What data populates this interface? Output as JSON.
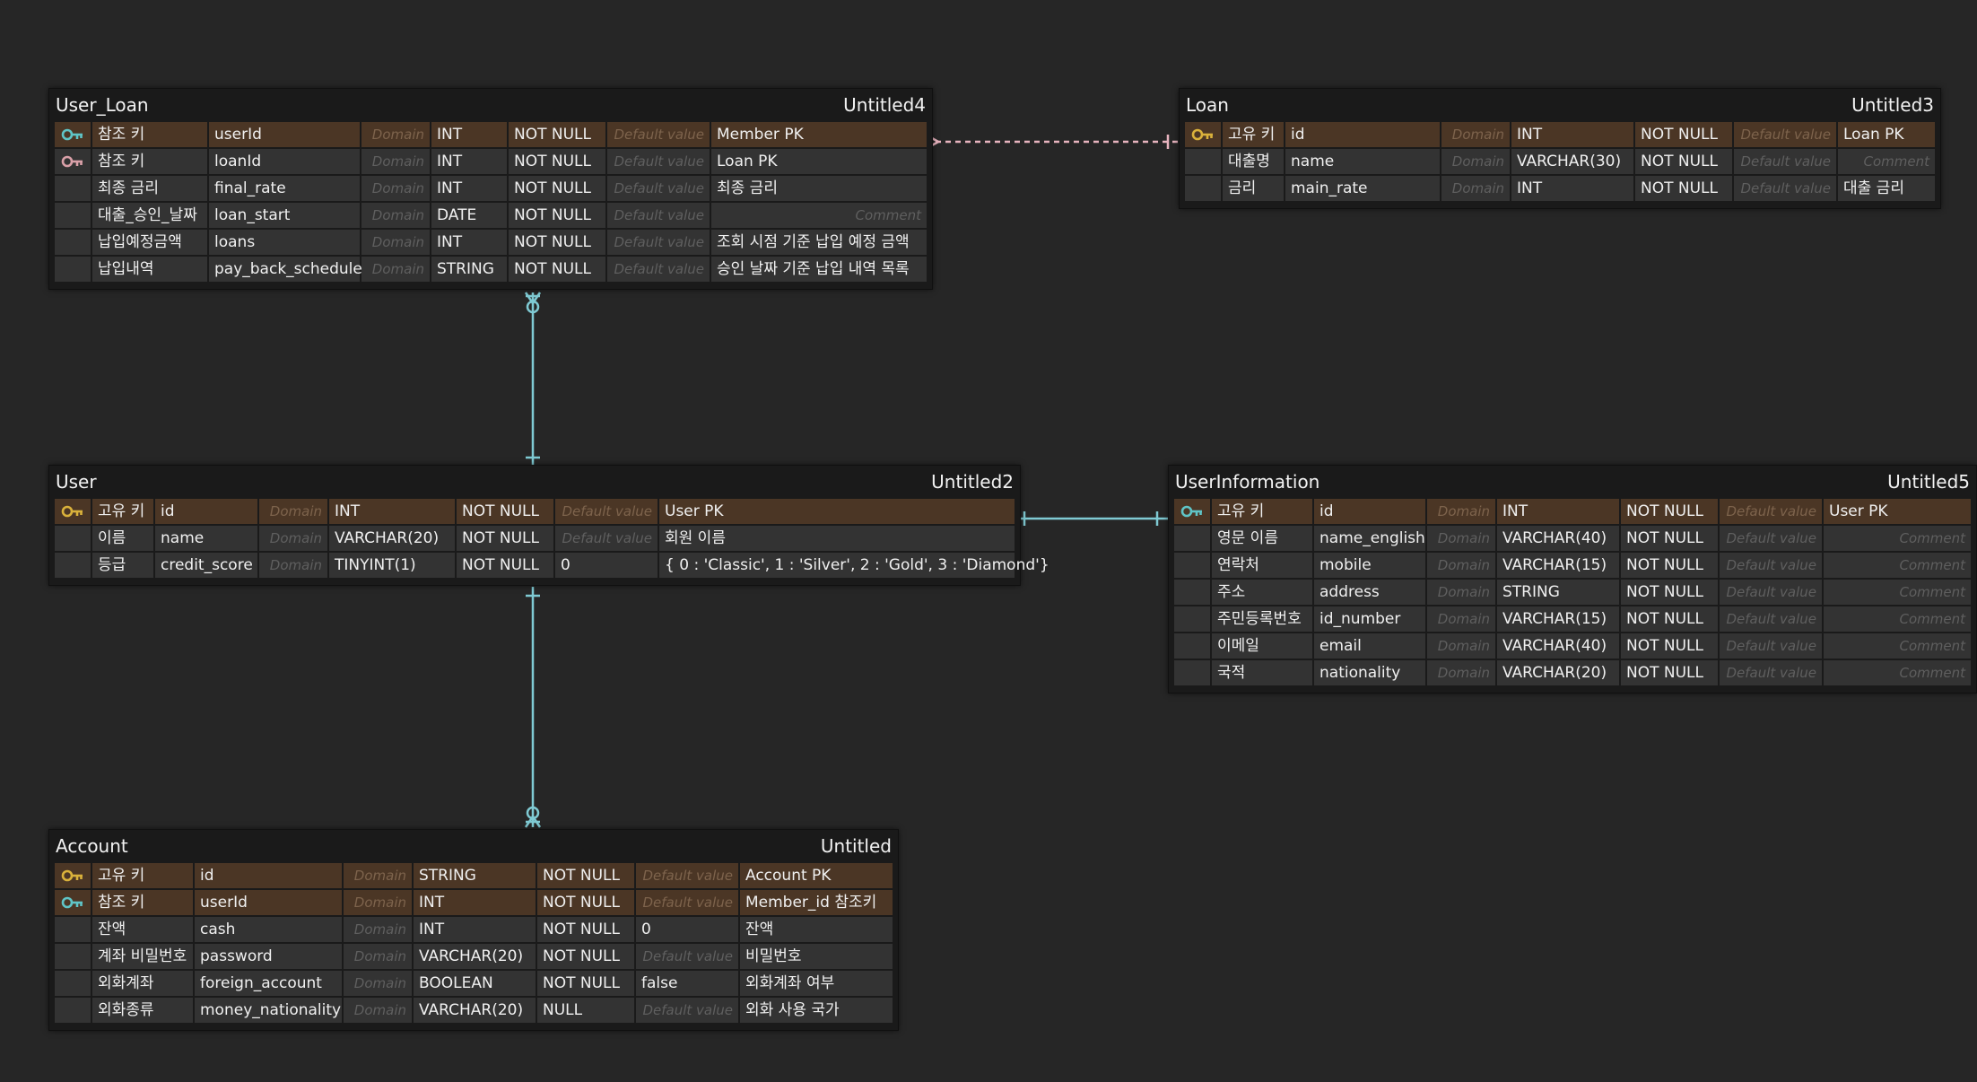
{
  "colors": {
    "background": "#262626",
    "table_bg": "#1a1a1a",
    "cell_bg": "#333333",
    "pk_cell_bg": "#4b3625",
    "placeholder_text": "#5f5f5f",
    "pk_icon": "#d9b13b",
    "fk_icon_teal": "#5fc4c6",
    "fk_icon_pink": "#d9a0a8",
    "relation_line": "#7fcad3",
    "relation_line_dashed": "#e8b4bf"
  },
  "tables": [
    {
      "id": "user_loan",
      "name": "User_Loan",
      "subtitle": "Untitled4",
      "columns": [
        {
          "icon": "fk-key-icon",
          "logical": "참조 키",
          "physical": "userId",
          "domain": "Domain",
          "type": "INT",
          "nullable": "NOT NULL",
          "default": "Default value",
          "default_is_placeholder": true,
          "comment": "Member PK",
          "comment_is_placeholder": false,
          "highlight": true
        },
        {
          "icon": "fk-key-pink-icon",
          "logical": "참조 키",
          "physical": "loanId",
          "domain": "Domain",
          "type": "INT",
          "nullable": "NOT NULL",
          "default": "Default value",
          "default_is_placeholder": true,
          "comment": "Loan PK",
          "comment_is_placeholder": false,
          "highlight": false
        },
        {
          "icon": "",
          "logical": "최종 금리",
          "physical": "final_rate",
          "domain": "Domain",
          "type": "INT",
          "nullable": "NOT NULL",
          "default": "Default value",
          "default_is_placeholder": true,
          "comment": "최종 금리",
          "comment_is_placeholder": false,
          "highlight": false
        },
        {
          "icon": "",
          "logical": "대출_승인_날짜",
          "physical": "loan_start",
          "domain": "Domain",
          "type": "DATE",
          "nullable": "NOT NULL",
          "default": "Default value",
          "default_is_placeholder": true,
          "comment": "Comment",
          "comment_is_placeholder": true,
          "highlight": false
        },
        {
          "icon": "",
          "logical": "납입예정금액",
          "physical": "loans",
          "domain": "Domain",
          "type": "INT",
          "nullable": "NOT NULL",
          "default": "Default value",
          "default_is_placeholder": true,
          "comment": "조회 시점 기준 납입 예정 금액",
          "comment_is_placeholder": false,
          "highlight": false
        },
        {
          "icon": "",
          "logical": "납입내역",
          "physical": "pay_back_schedule",
          "domain": "Domain",
          "type": "STRING",
          "nullable": "NOT NULL",
          "default": "Default value",
          "default_is_placeholder": true,
          "comment": "승인 날짜 기준 납입 내역 목록",
          "comment_is_placeholder": false,
          "highlight": false
        }
      ]
    },
    {
      "id": "loan",
      "name": "Loan",
      "subtitle": "Untitled3",
      "columns": [
        {
          "icon": "pk-key-icon",
          "logical": "고유 키",
          "physical": "id",
          "domain": "Domain",
          "type": "INT",
          "nullable": "NOT NULL",
          "default": "Default value",
          "default_is_placeholder": true,
          "comment": "Loan PK",
          "comment_is_placeholder": false,
          "highlight": true
        },
        {
          "icon": "",
          "logical": "대출명",
          "physical": "name",
          "domain": "Domain",
          "type": "VARCHAR(30)",
          "nullable": "NOT NULL",
          "default": "Default value",
          "default_is_placeholder": true,
          "comment": "Comment",
          "comment_is_placeholder": true,
          "highlight": false
        },
        {
          "icon": "",
          "logical": "금리",
          "physical": "main_rate",
          "domain": "Domain",
          "type": "INT",
          "nullable": "NOT NULL",
          "default": "Default value",
          "default_is_placeholder": true,
          "comment": "대출 금리",
          "comment_is_placeholder": false,
          "highlight": false
        }
      ]
    },
    {
      "id": "user",
      "name": "User",
      "subtitle": "Untitled2",
      "columns": [
        {
          "icon": "pk-key-icon",
          "logical": "고유 키",
          "physical": "id",
          "domain": "Domain",
          "type": "INT",
          "nullable": "NOT NULL",
          "default": "Default value",
          "default_is_placeholder": true,
          "comment": "User  PK",
          "comment_is_placeholder": false,
          "highlight": true
        },
        {
          "icon": "",
          "logical": "이름",
          "physical": "name",
          "domain": "Domain",
          "type": "VARCHAR(20)",
          "nullable": "NOT NULL",
          "default": "Default value",
          "default_is_placeholder": true,
          "comment": "회원 이름",
          "comment_is_placeholder": false,
          "highlight": false
        },
        {
          "icon": "",
          "logical": "등급",
          "physical": "credit_score",
          "domain": "Domain",
          "type": "TINYINT(1)",
          "nullable": "NOT NULL",
          "default": "0",
          "default_is_placeholder": false,
          "comment": "{ 0 : 'Classic',  1 : 'Silver',  2 : 'Gold',  3 : 'Diamond'}",
          "comment_is_placeholder": false,
          "highlight": false
        }
      ]
    },
    {
      "id": "user_information",
      "name": "UserInformation",
      "subtitle": "Untitled5",
      "columns": [
        {
          "icon": "fk-key-icon",
          "logical": "고유 키",
          "physical": "id",
          "domain": "Domain",
          "type": "INT",
          "nullable": "NOT NULL",
          "default": "Default value",
          "default_is_placeholder": true,
          "comment": "User PK",
          "comment_is_placeholder": false,
          "highlight": true
        },
        {
          "icon": "",
          "logical": "영문 이름",
          "physical": "name_english",
          "domain": "Domain",
          "type": "VARCHAR(40)",
          "nullable": "NOT NULL",
          "default": "Default value",
          "default_is_placeholder": true,
          "comment": "Comment",
          "comment_is_placeholder": true,
          "highlight": false
        },
        {
          "icon": "",
          "logical": "연락처",
          "physical": "mobile",
          "domain": "Domain",
          "type": "VARCHAR(15)",
          "nullable": "NOT NULL",
          "default": "Default value",
          "default_is_placeholder": true,
          "comment": "Comment",
          "comment_is_placeholder": true,
          "highlight": false
        },
        {
          "icon": "",
          "logical": "주소",
          "physical": "address",
          "domain": "Domain",
          "type": "STRING",
          "nullable": "NOT NULL",
          "default": "Default value",
          "default_is_placeholder": true,
          "comment": "Comment",
          "comment_is_placeholder": true,
          "highlight": false
        },
        {
          "icon": "",
          "logical": "주민등록번호",
          "physical": "id_number",
          "domain": "Domain",
          "type": "VARCHAR(15)",
          "nullable": "NOT NULL",
          "default": "Default value",
          "default_is_placeholder": true,
          "comment": "Comment",
          "comment_is_placeholder": true,
          "highlight": false
        },
        {
          "icon": "",
          "logical": "이메일",
          "physical": "email",
          "domain": "Domain",
          "type": "VARCHAR(40)",
          "nullable": "NOT NULL",
          "default": "Default value",
          "default_is_placeholder": true,
          "comment": "Comment",
          "comment_is_placeholder": true,
          "highlight": false
        },
        {
          "icon": "",
          "logical": "국적",
          "physical": "nationality",
          "domain": "Domain",
          "type": "VARCHAR(20)",
          "nullable": "NOT NULL",
          "default": "Default value",
          "default_is_placeholder": true,
          "comment": "Comment",
          "comment_is_placeholder": true,
          "highlight": false
        }
      ]
    },
    {
      "id": "account",
      "name": "Account",
      "subtitle": "Untitled",
      "columns": [
        {
          "icon": "pk-key-icon",
          "logical": "고유 키",
          "physical": "id",
          "domain": "Domain",
          "type": "STRING",
          "nullable": "NOT NULL",
          "default": "Default value",
          "default_is_placeholder": true,
          "comment": "Account PK",
          "comment_is_placeholder": false,
          "highlight": true
        },
        {
          "icon": "fk-key-icon",
          "logical": "참조 키",
          "physical": "userId",
          "domain": "Domain",
          "type": "INT",
          "nullable": "NOT NULL",
          "default": "Default value",
          "default_is_placeholder": true,
          "comment": "Member_id 참조키",
          "comment_is_placeholder": false,
          "highlight": true
        },
        {
          "icon": "",
          "logical": "잔액",
          "physical": "cash",
          "domain": "Domain",
          "type": "INT",
          "nullable": "NOT NULL",
          "default": "0",
          "default_is_placeholder": false,
          "comment": "잔액",
          "comment_is_placeholder": false,
          "highlight": false
        },
        {
          "icon": "",
          "logical": "계좌 비밀번호",
          "physical": "password",
          "domain": "Domain",
          "type": "VARCHAR(20)",
          "nullable": "NOT NULL",
          "default": "Default value",
          "default_is_placeholder": true,
          "comment": "비밀번호",
          "comment_is_placeholder": false,
          "highlight": false
        },
        {
          "icon": "",
          "logical": "외화계좌",
          "physical": "foreign_account",
          "domain": "Domain",
          "type": "BOOLEAN",
          "nullable": "NOT NULL",
          "default": "false",
          "default_is_placeholder": false,
          "comment": "외화계좌 여부",
          "comment_is_placeholder": false,
          "highlight": false
        },
        {
          "icon": "",
          "logical": "외화종류",
          "physical": "money_nationality",
          "domain": "Domain",
          "type": "VARCHAR(20)",
          "nullable": "NULL",
          "default": "Default value",
          "default_is_placeholder": true,
          "comment": "외화 사용 국가",
          "comment_is_placeholder": false,
          "highlight": false
        }
      ]
    }
  ]
}
